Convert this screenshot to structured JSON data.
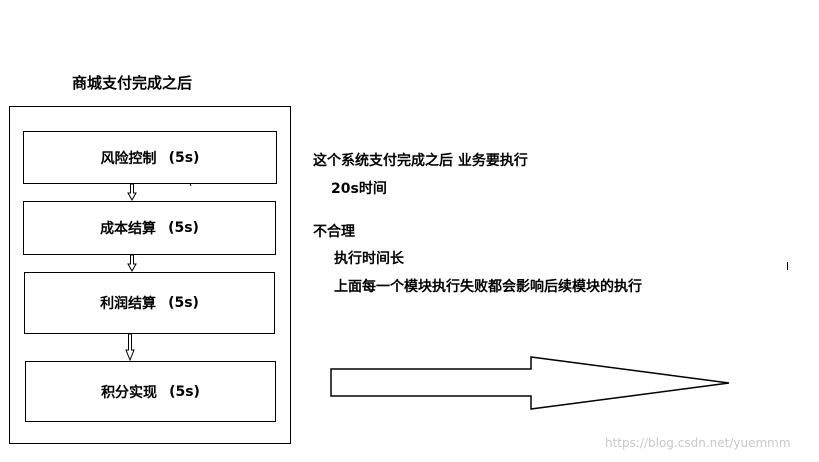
{
  "diagram": {
    "title": "商城支付完成之后",
    "steps": [
      {
        "label": "风险控制",
        "duration": "(5s)"
      },
      {
        "label": "成本结算",
        "duration": "(5s)"
      },
      {
        "label": "利润结算",
        "duration": "(5s)"
      },
      {
        "label": "积分实现",
        "duration": "(5s)"
      }
    ]
  },
  "notes": {
    "line1": "这个系统支付完成之后 业务要执行",
    "line2": "20s时间",
    "heading": "不合理",
    "point1": "执行时间长",
    "point2": "上面每一个模块执行失败都会影响后续模块的执行"
  },
  "watermark": "https://blog.csdn.net/yuemmm"
}
